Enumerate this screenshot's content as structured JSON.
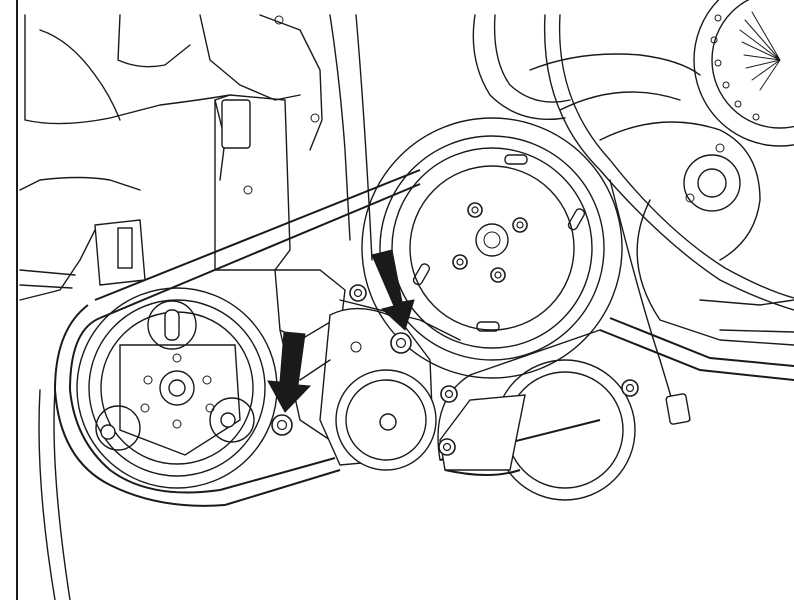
{
  "diagram": {
    "ink": "#1a1a1a",
    "paper": "#ffffff",
    "components": [
      "crankshaft-pulley",
      "ac-compressor-pulley",
      "tensioner-pulley",
      "idler-pulley",
      "fan-clutch",
      "upper-pulley",
      "serpentine-belt",
      "tensioner-bracket"
    ],
    "callouts": [
      {
        "name": "arrow-tensioner-bolt-lower",
        "target": "bolt-lower"
      },
      {
        "name": "arrow-tensioner-bolt-upper",
        "target": "bolt-upper"
      }
    ]
  }
}
